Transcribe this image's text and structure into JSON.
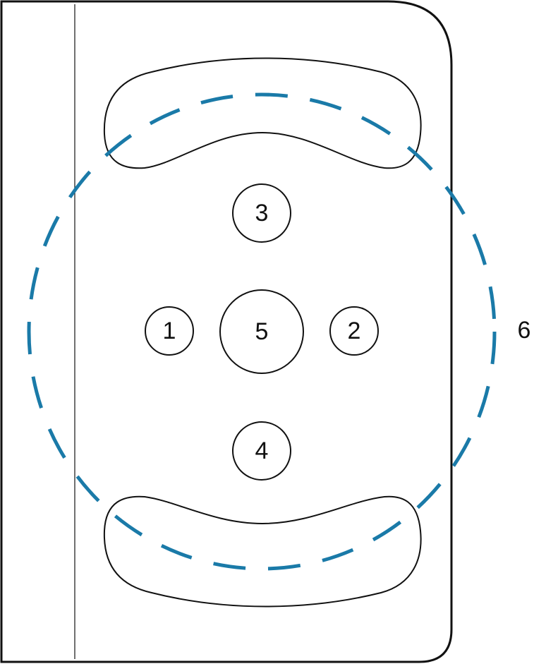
{
  "colors": {
    "outline": "#111111",
    "dashed_ring": "#1a7aa8",
    "background": "#ffffff"
  },
  "labels": {
    "pad_1": "1",
    "pad_2": "2",
    "pad_3": "3",
    "pad_4": "4",
    "pad_5": "5",
    "ring_6": "6"
  }
}
